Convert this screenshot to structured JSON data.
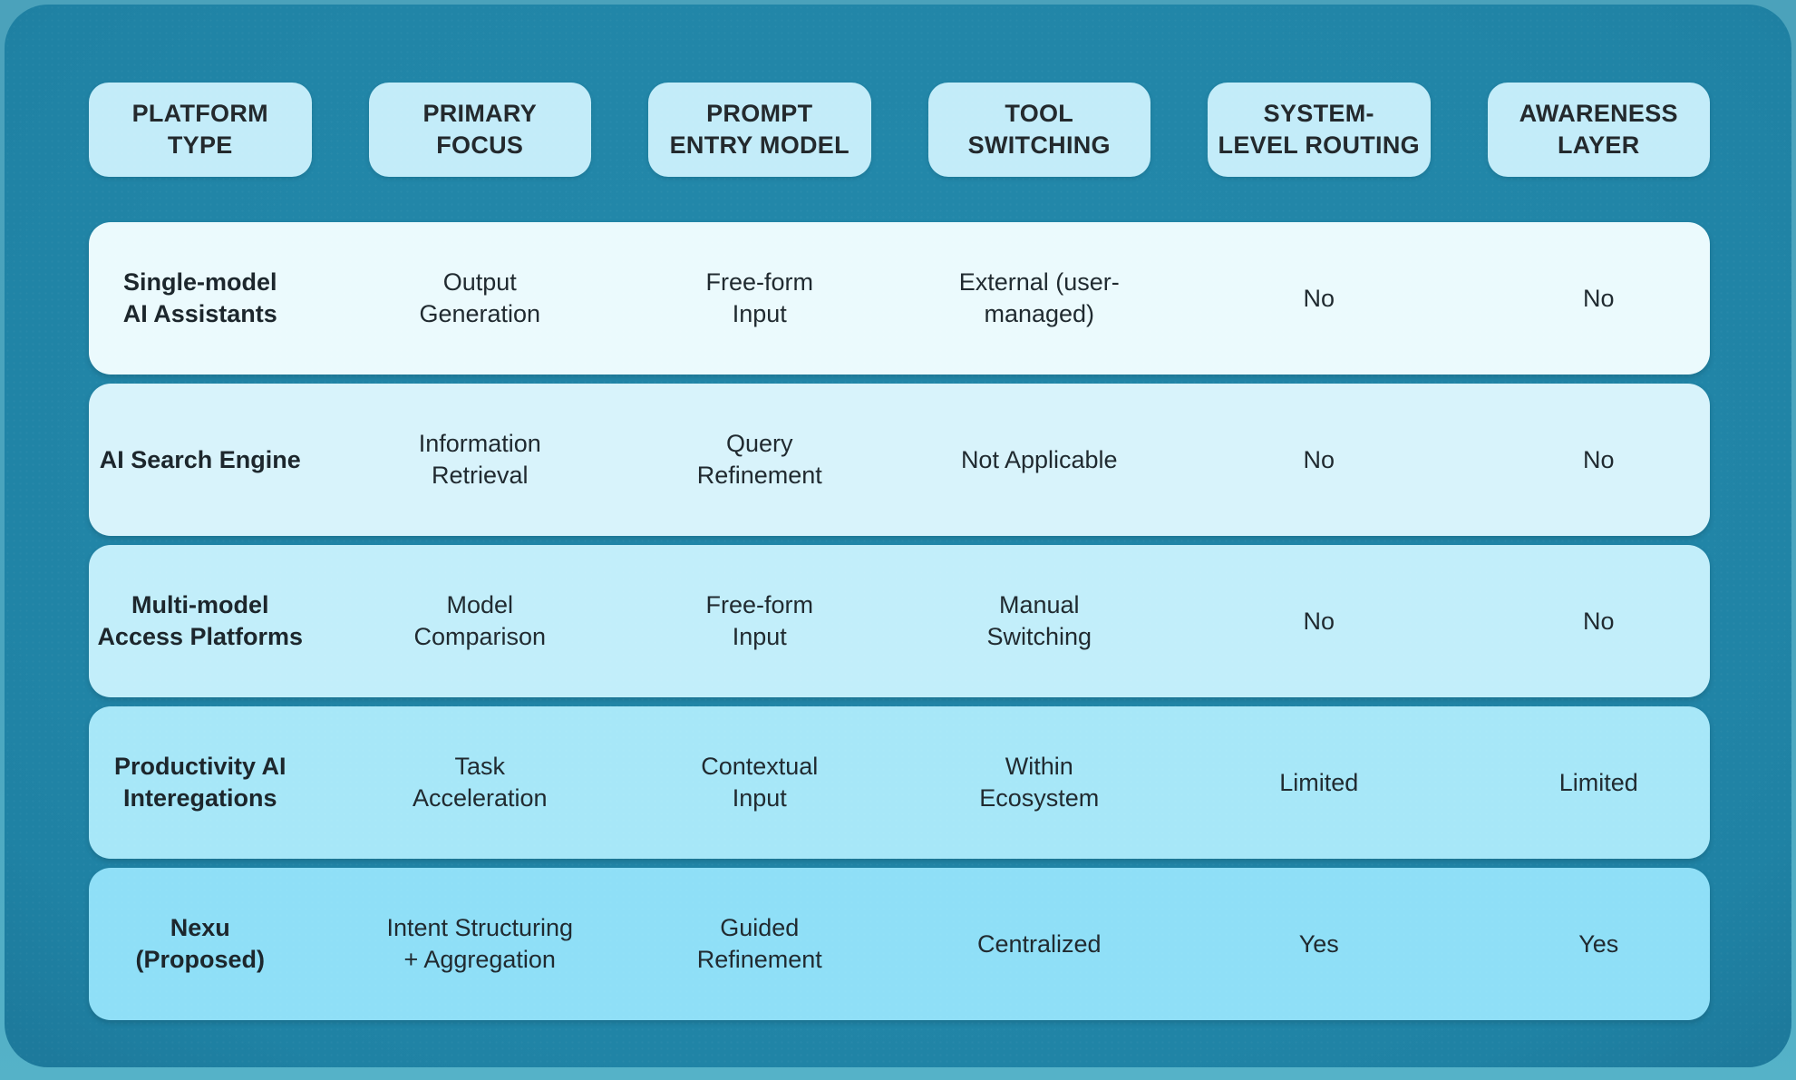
{
  "chart_data": {
    "type": "table",
    "columns": [
      "PLATFORM\nTYPE",
      "PRIMARY\nFOCUS",
      "PROMPT\nENTRY MODEL",
      "TOOL\nSWITCHING",
      "SYSTEM-\nLEVEL ROUTING",
      "AWARENESS\nLAYER"
    ],
    "rows": [
      [
        "Single-model\nAI Assistants",
        "Output\nGeneration",
        "Free-form\nInput",
        "External (user-\nmanaged)",
        "No",
        "No"
      ],
      [
        "AI Search Engine",
        "Information\nRetrieval",
        "Query\nRefinement",
        "Not Applicable",
        "No",
        "No"
      ],
      [
        "Multi-model\nAccess Platforms",
        "Model\nComparison",
        "Free-form\nInput",
        "Manual\nSwitching",
        "No",
        "No"
      ],
      [
        "Productivity AI\nInteregations",
        "Task\nAcceleration",
        "Contextual\nInput",
        "Within\nEcosystem",
        "Limited",
        "Limited"
      ],
      [
        "Nexu\n(Proposed)",
        "Intent Structuring\n+ Aggregation",
        "Guided\nRefinement",
        "Centralized",
        "Yes",
        "Yes"
      ]
    ],
    "legend_position": "none",
    "grid": false
  },
  "palette": {
    "canvas_center": "#2389ab",
    "canvas_edge": "#16627e",
    "outer_rim": "#4ba2bb",
    "header_pill": "#c3ecf9",
    "row_shades": [
      "#ebfafd",
      "#d8f3fb",
      "#c2eefa",
      "#a7e7f8",
      "#8fdff7"
    ],
    "text": "#22292e"
  }
}
